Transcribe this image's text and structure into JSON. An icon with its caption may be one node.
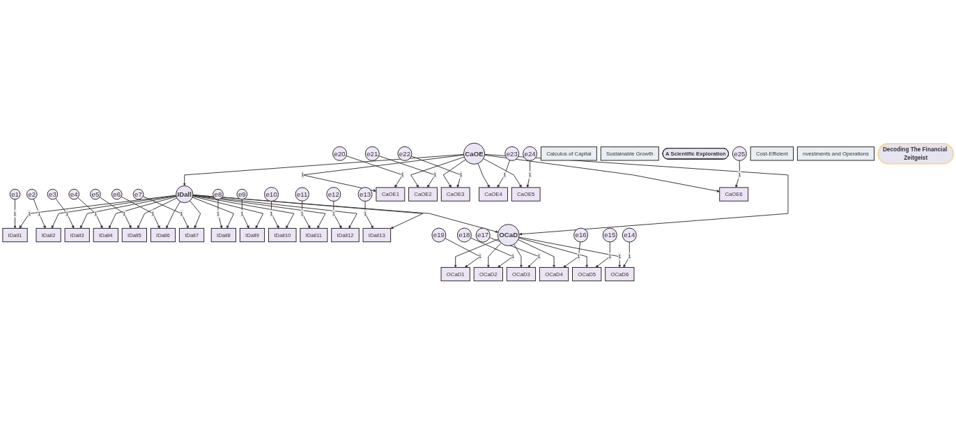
{
  "diagram": {
    "nodes": [
      {
        "text": [
          "e1"
        ]
      },
      {
        "text": [
          "e2"
        ]
      },
      {
        "text": [
          "e3"
        ]
      },
      {
        "text": [
          "e4"
        ]
      },
      {
        "text": [
          "e5"
        ]
      },
      {
        "text": [
          "e6"
        ]
      },
      {
        "text": [
          "e7"
        ]
      },
      {
        "text": [
          "e8"
        ]
      },
      {
        "text": [
          "e9"
        ]
      },
      {
        "text": [
          "e10"
        ]
      },
      {
        "text": [
          "e11"
        ]
      },
      {
        "text": [
          "e12"
        ]
      },
      {
        "text": [
          "e13"
        ]
      },
      {
        "text": [
          "IDall1"
        ]
      },
      {
        "text": [
          "IDall2"
        ]
      },
      {
        "text": [
          "IDall3"
        ]
      },
      {
        "text": [
          "IDall4"
        ]
      },
      {
        "text": [
          "IDall5"
        ]
      },
      {
        "text": [
          "IDall6"
        ]
      },
      {
        "text": [
          "IDall7"
        ]
      },
      {
        "text": [
          "IDall8"
        ]
      },
      {
        "text": [
          "IDall9"
        ]
      },
      {
        "text": [
          "IDall10"
        ]
      },
      {
        "text": [
          "IDall11"
        ]
      },
      {
        "text": [
          "IDall12"
        ]
      },
      {
        "text": [
          "IDall13"
        ]
      },
      {
        "text": [
          "IDall"
        ]
      },
      {
        "text": [
          "OCaD1"
        ]
      },
      {
        "text": [
          "OCaD2"
        ]
      },
      {
        "text": [
          "OCaD3"
        ]
      },
      {
        "text": [
          "OCaD4"
        ]
      },
      {
        "text": [
          "OCaD5"
        ]
      },
      {
        "text": [
          "OCaD6"
        ]
      },
      {
        "text": [
          "e19"
        ]
      },
      {
        "text": [
          "e18"
        ]
      },
      {
        "text": [
          "e17"
        ]
      },
      {
        "text": [
          "e16"
        ]
      },
      {
        "text": [
          "e15"
        ]
      },
      {
        "text": [
          "e14"
        ]
      },
      {
        "text": [
          "CaOE1"
        ]
      },
      {
        "text": [
          "CaOE2"
        ]
      },
      {
        "text": [
          "CaOE3"
        ]
      },
      {
        "text": [
          "CaOE4"
        ]
      },
      {
        "text": [
          "CaOE5"
        ]
      },
      {
        "text": [
          "CaOE6"
        ]
      },
      {
        "text": [
          "e20"
        ]
      },
      {
        "text": [
          "e21"
        ]
      },
      {
        "text": [
          "e22"
        ]
      },
      {
        "text": [
          "e23"
        ]
      },
      {
        "text": [
          "e24"
        ]
      },
      {
        "text": [
          "e25"
        ]
      },
      {
        "text": [
          "Calculus of Capital"
        ]
      },
      {
        "text": [
          "Sustainable Growth"
        ]
      },
      {
        "text": [
          "A Scientific Exploration"
        ]
      },
      {
        "text": [
          "OCaD"
        ]
      },
      {
        "text": [
          "CaOE"
        ]
      },
      {
        "text": [
          "Cost-Efficient"
        ]
      },
      {
        "text": [
          "nvestments and Operations"
        ]
      },
      {
        "text": [
          "Decoding The Financial Zeitgeist"
        ]
      }
    ],
    "edges": [
      {
        "from": 0,
        "to": 13,
        "arrow": "to",
        "label": "1"
      },
      {
        "from": 1,
        "to": 14,
        "arrow": "to",
        "label": "1"
      },
      {
        "from": 2,
        "to": 15,
        "arrow": "to",
        "label": "1"
      },
      {
        "from": 3,
        "to": 16,
        "arrow": "to",
        "label": "1"
      },
      {
        "from": 4,
        "to": 17,
        "arrow": "to",
        "label": "1"
      },
      {
        "from": 5,
        "to": 18,
        "arrow": "to",
        "label": "1"
      },
      {
        "from": 6,
        "to": 19,
        "arrow": "to",
        "label": "1"
      },
      {
        "from": 7,
        "to": 20,
        "arrow": "to",
        "label": "1"
      },
      {
        "from": 8,
        "to": 21,
        "arrow": "to",
        "label": "1"
      },
      {
        "from": 9,
        "to": 22,
        "arrow": "to",
        "label": "1"
      },
      {
        "from": 10,
        "to": 23,
        "arrow": "to",
        "label": "1"
      },
      {
        "from": 11,
        "to": 24,
        "arrow": "to",
        "label": "1"
      },
      {
        "from": 12,
        "to": 25,
        "arrow": "to",
        "label": "1"
      },
      {
        "from": 26,
        "to": 13,
        "arrow": "to",
        "label": "1"
      },
      {
        "from": 26,
        "to": 14,
        "arrow": "to"
      },
      {
        "from": 26,
        "to": 15,
        "arrow": "to"
      },
      {
        "from": 26,
        "to": 16,
        "arrow": "to"
      },
      {
        "from": 26,
        "to": 17,
        "arrow": "to"
      },
      {
        "from": 26,
        "to": 18,
        "arrow": "to"
      },
      {
        "from": 26,
        "to": 19,
        "arrow": "to"
      },
      {
        "from": 26,
        "to": 20,
        "arrow": "to"
      },
      {
        "from": 26,
        "to": 21,
        "arrow": "to"
      },
      {
        "from": 26,
        "to": 22,
        "arrow": "to"
      },
      {
        "from": 26,
        "to": 23,
        "arrow": "to"
      },
      {
        "from": 26,
        "to": 24,
        "arrow": "to"
      },
      {
        "from": 26,
        "to": 25,
        "arrow": "to"
      },
      {
        "from": 26,
        "to": 54,
        "arrow": "to"
      },
      {
        "from": 55,
        "to": 26,
        "arrow": "to"
      },
      {
        "from": 55,
        "to": 54,
        "arrow": "to"
      },
      {
        "from": 54,
        "to": 27,
        "arrow": "to"
      },
      {
        "from": 54,
        "to": 28,
        "arrow": "to"
      },
      {
        "from": 54,
        "to": 29,
        "arrow": "to"
      },
      {
        "from": 54,
        "to": 30,
        "arrow": "to"
      },
      {
        "from": 54,
        "to": 31,
        "arrow": "to"
      },
      {
        "from": 54,
        "to": 32,
        "arrow": "to",
        "label": "1"
      },
      {
        "from": 33,
        "to": 27,
        "arrow": "to",
        "label": "1"
      },
      {
        "from": 34,
        "to": 28,
        "arrow": "to",
        "label": "1"
      },
      {
        "from": 35,
        "to": 29,
        "arrow": "to",
        "label": "1"
      },
      {
        "from": 36,
        "to": 30,
        "arrow": "to",
        "label": "1"
      },
      {
        "from": 37,
        "to": 31,
        "arrow": "to",
        "label": "1"
      },
      {
        "from": 38,
        "to": 32,
        "arrow": "to",
        "label": "1"
      },
      {
        "from": 55,
        "to": 39,
        "arrow": "to",
        "label": "1"
      },
      {
        "from": 55,
        "to": 40,
        "arrow": "to"
      },
      {
        "from": 55,
        "to": 41,
        "arrow": "to"
      },
      {
        "from": 55,
        "to": 42,
        "arrow": "to"
      },
      {
        "from": 55,
        "to": 43,
        "arrow": "to"
      },
      {
        "from": 55,
        "to": 44,
        "arrow": "to"
      },
      {
        "from": 45,
        "to": 39,
        "arrow": "to",
        "label": "1"
      },
      {
        "from": 46,
        "to": 40,
        "arrow": "to",
        "label": "1"
      },
      {
        "from": 47,
        "to": 41,
        "arrow": "to",
        "label": "1"
      },
      {
        "from": 48,
        "to": 42,
        "arrow": "to",
        "label": "1"
      },
      {
        "from": 49,
        "to": 43,
        "arrow": "to",
        "label": "1"
      },
      {
        "from": 50,
        "to": 44,
        "arrow": "to",
        "label": "1"
      }
    ]
  }
}
